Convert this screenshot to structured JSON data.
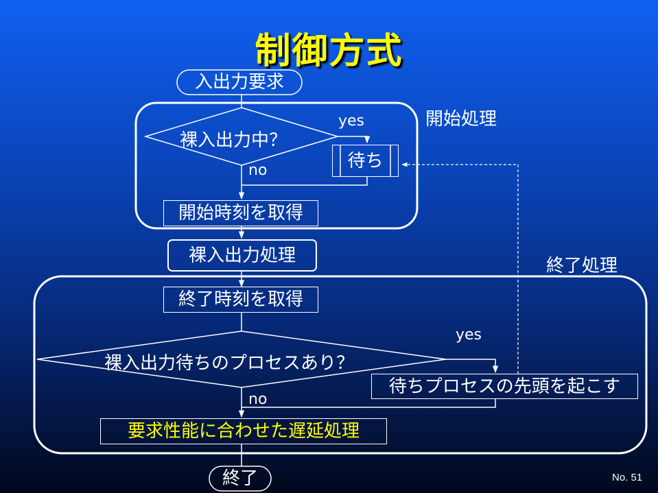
{
  "title": "制御方式",
  "nodes": {
    "start": "入出力要求",
    "check_busy": "裸入出力中？",
    "wait": "待ち",
    "get_start_time": "開始時刻を取得",
    "raw_io": "裸入出力処理",
    "get_end_time": "終了時刻を取得",
    "check_waiting": "裸入出力待ちのプロセスあり？",
    "wake_head": "待ちプロセスの先頭を起こす",
    "delay": "要求性能に合わせた遅延処理",
    "end": "終了"
  },
  "branches": {
    "yes1": "yes",
    "no1": "no",
    "yes2": "yes",
    "no2": "no"
  },
  "groups": {
    "start_processing": "開始処理",
    "end_processing": "終了処理"
  },
  "page_number": "No. 51",
  "colors": {
    "title": "#ffff00",
    "text": "#ffffff",
    "highlight": "#ffff00",
    "background_top": "#1060f0",
    "background_bottom": "#01081c"
  }
}
